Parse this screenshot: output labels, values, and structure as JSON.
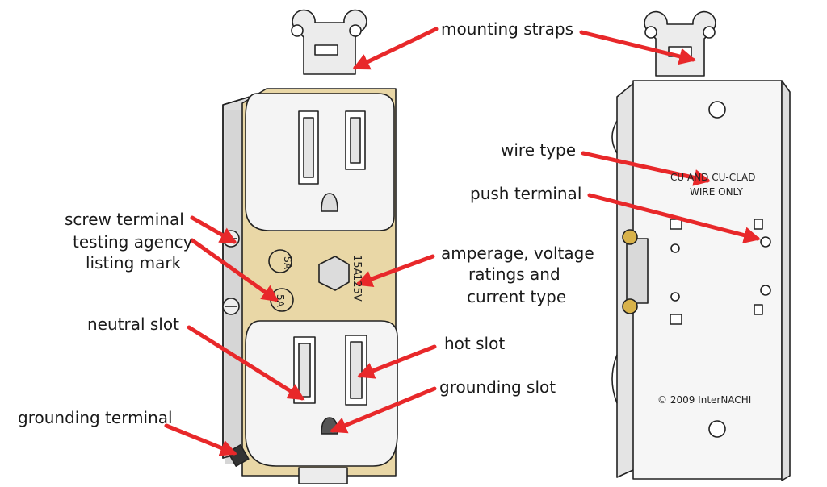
{
  "labels": {
    "mounting_straps": "mounting straps",
    "wire_type": "wire type",
    "push_terminal": "push terminal",
    "screw_terminal": "screw terminal",
    "testing_agency_1": "testing agency",
    "testing_agency_2": "listing mark",
    "amperage_1": "amperage, voltage",
    "amperage_2": "ratings and",
    "amperage_3": "current type",
    "neutral_slot": "neutral slot",
    "hot_slot": "hot slot",
    "grounding_slot": "grounding slot",
    "grounding_terminal": "grounding terminal"
  },
  "receptacle_marks": {
    "rating_amp": "15A",
    "rating_volt": "125V",
    "listing_a": "SA",
    "listing_b": "5A"
  },
  "back_marks": {
    "wire_text_1": "CU AND CU-CLAD",
    "wire_text_2": "WIRE ONLY",
    "copyright": "© 2009 InterNACHI"
  },
  "colors": {
    "arrow": "#e8282a",
    "yoke": "#e9d7a6",
    "body": "#f4f4f4",
    "outline": "#222222",
    "shadow": "#c9c9c9"
  }
}
